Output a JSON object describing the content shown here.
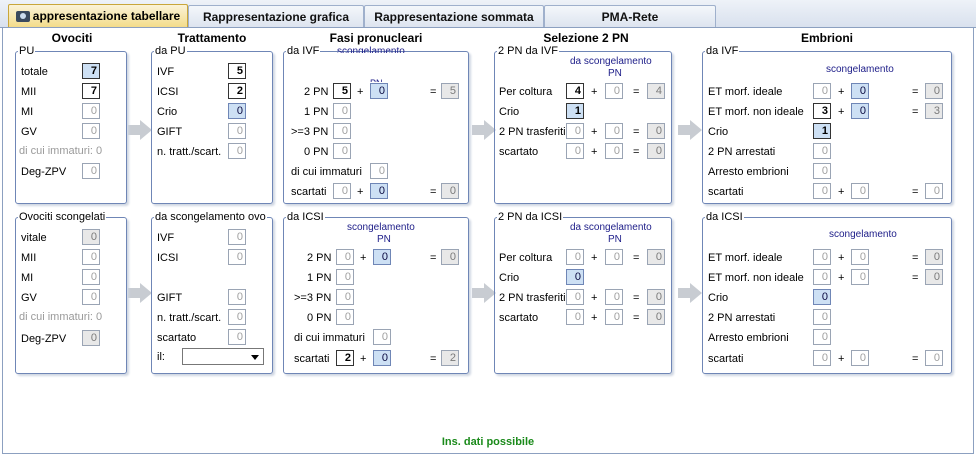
{
  "tabs": [
    {
      "label": "appresentazione tabellare",
      "active": true
    },
    {
      "label": "Rappresentazione grafica",
      "active": false
    },
    {
      "label": "Rappresentazione sommata",
      "active": false
    },
    {
      "label": "PMA-Rete",
      "active": false
    }
  ],
  "headers": {
    "ovociti": "Ovociti",
    "trattamento": "Trattamento",
    "fasi": "Fasi pronucleari",
    "selezione": "Selezione 2 PN",
    "embrioni": "Embrioni"
  },
  "pu": {
    "legend": "PU",
    "totale": {
      "label": "totale",
      "value": "7"
    },
    "mii": {
      "label": "MII",
      "value": "7"
    },
    "mi": {
      "label": "MI",
      "value": "0"
    },
    "gv": {
      "label": "GV",
      "value": "0"
    },
    "immaturi": "di cui immaturi: 0",
    "deg": {
      "label": "Deg-ZPV",
      "value": "0"
    }
  },
  "scong": {
    "legend": "Ovociti scongelati",
    "vitale": {
      "label": "vitale",
      "value": "0"
    },
    "mii": {
      "label": "MII",
      "value": "0"
    },
    "mi": {
      "label": "MI",
      "value": "0"
    },
    "gv": {
      "label": "GV",
      "value": "0"
    },
    "immaturi": "di cui immaturi: 0",
    "deg": {
      "label": "Deg-ZPV",
      "value": "0"
    }
  },
  "tratt_pu": {
    "legend": "da PU",
    "ivf": {
      "label": "IVF",
      "value": "5"
    },
    "icsi": {
      "label": "ICSI",
      "value": "2"
    },
    "crio": {
      "label": "Crio",
      "value": "0"
    },
    "gift": {
      "label": "GIFT",
      "value": "0"
    },
    "ntratt": {
      "label": "n. tratt./scart.",
      "value": "0"
    }
  },
  "tratt_sc": {
    "legend": "da scongelamento ovo",
    "ivf": {
      "label": "IVF",
      "value": "0"
    },
    "icsi": {
      "label": "ICSI",
      "value": "0"
    },
    "gift": {
      "label": "GIFT",
      "value": "0"
    },
    "ntratt": {
      "label": "n. tratt./scart.",
      "value": "0"
    },
    "scartato": {
      "label": "scartato",
      "value": "0"
    },
    "il": {
      "label": "il:",
      "value": ""
    }
  },
  "fasi_ivf": {
    "legend": "da IVF",
    "scong": "scongelamento",
    "pn": "PN",
    "r2": {
      "label": "2 PN",
      "a": "5",
      "b": "0",
      "c": "5"
    },
    "r1": {
      "label": "1 PN",
      "a": "0"
    },
    "r3": {
      "label": ">=3 PN",
      "a": "0"
    },
    "r0": {
      "label": "0 PN",
      "a": "0"
    },
    "imm": {
      "label": "di cui immaturi",
      "a": "0"
    },
    "sc": {
      "label": "scartati",
      "a": "0",
      "b": "0",
      "c": "0"
    }
  },
  "fasi_icsi": {
    "legend": "da ICSI",
    "scong": "scongelamento",
    "pn": "PN",
    "r2": {
      "label": "2 PN",
      "a": "0",
      "b": "0",
      "c": "0"
    },
    "r1": {
      "label": "1 PN",
      "a": "0"
    },
    "r3": {
      "label": ">=3 PN",
      "a": "0"
    },
    "r0": {
      "label": "0 PN",
      "a": "0"
    },
    "imm": {
      "label": "di cui immaturi",
      "a": "0"
    },
    "sc": {
      "label": "scartati",
      "a": "2",
      "b": "0",
      "c": "2"
    }
  },
  "sel_ivf": {
    "legend": "2 PN da IVF",
    "scong": "da scongelamento",
    "pn": "PN",
    "coltura": {
      "label": "Per coltura",
      "a": "4",
      "b": "0",
      "c": "4"
    },
    "crio": {
      "label": "Crio",
      "a": "1"
    },
    "trasf": {
      "label": "2 PN trasferiti",
      "a": "0",
      "b": "0",
      "c": "0"
    },
    "scart": {
      "label": "scartato",
      "a": "0",
      "b": "0",
      "c": "0"
    }
  },
  "sel_icsi": {
    "legend": "2 PN da ICSI",
    "scong": "da scongelamento",
    "pn": "PN",
    "coltura": {
      "label": "Per coltura",
      "a": "0",
      "b": "0",
      "c": "0"
    },
    "crio": {
      "label": "Crio",
      "a": "0"
    },
    "trasf": {
      "label": "2 PN trasferiti",
      "a": "0",
      "b": "0",
      "c": "0"
    },
    "scart": {
      "label": "scartato",
      "a": "0",
      "b": "0",
      "c": "0"
    }
  },
  "emb_ivf": {
    "legend": "da IVF",
    "scong": "scongelamento",
    "ideale": {
      "label": "ET morf. ideale",
      "a": "0",
      "b": "0",
      "c": "0"
    },
    "nonideale": {
      "label": "ET morf. non ideale",
      "a": "3",
      "b": "0",
      "c": "3"
    },
    "crio": {
      "label": "Crio",
      "a": "1"
    },
    "arr2": {
      "label": "2 PN arrestati",
      "a": "0"
    },
    "arr": {
      "label": "Arresto embrioni",
      "a": "0"
    },
    "scart": {
      "label": "scartati",
      "a": "0",
      "b": "0",
      "c": "0"
    }
  },
  "emb_icsi": {
    "legend": "da ICSI",
    "scong": "scongelamento",
    "ideale": {
      "label": "ET morf. ideale",
      "a": "0",
      "b": "0",
      "c": "0"
    },
    "nonideale": {
      "label": "ET morf. non ideale",
      "a": "0",
      "b": "0",
      "c": "0"
    },
    "crio": {
      "label": "Crio",
      "a": "0"
    },
    "arr2": {
      "label": "2 PN arrestati",
      "a": "0"
    },
    "arr": {
      "label": "Arresto embrioni",
      "a": "0"
    },
    "scart": {
      "label": "scartati",
      "a": "0",
      "b": "0",
      "c": "0"
    }
  },
  "ops": {
    "plus": "+",
    "eq": "="
  },
  "status": "Ins. dati possibile",
  "colors": {
    "status": "#1a8a1a",
    "accent": "#cde0f4",
    "border": "#6f86b6"
  }
}
